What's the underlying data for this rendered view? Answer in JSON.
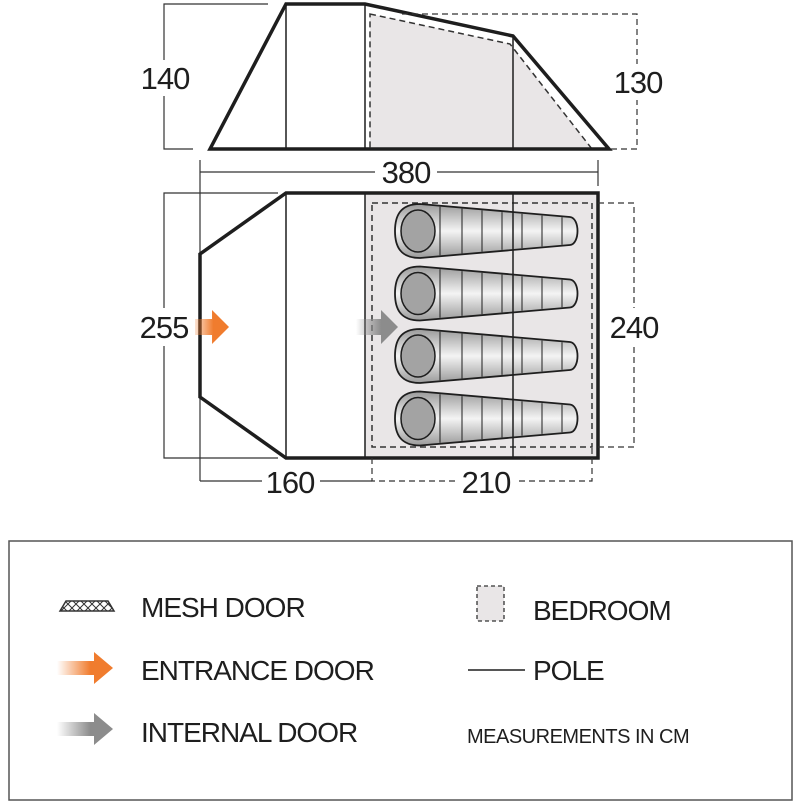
{
  "diagram": {
    "side_view": {
      "height_front": "140",
      "height_rear": "130",
      "length": "380"
    },
    "floor_plan": {
      "width_front": "255",
      "width_bedroom": "240",
      "porch_length": "160",
      "bedroom_length": "210",
      "sleeping_bags": 4
    }
  },
  "legend": {
    "mesh_door": "MESH DOOR",
    "entrance_door": "ENTRANCE DOOR",
    "internal_door": "INTERNAL DOOR",
    "bedroom": "BEDROOM",
    "pole": "POLE",
    "note": "MEASUREMENTS IN CM"
  },
  "colors": {
    "entrance_arrow": "#f07c2e",
    "internal_arrow": "#8c8c8c",
    "bedroom_fill": "#e9e6e7",
    "outline": "#1e1e1e"
  }
}
